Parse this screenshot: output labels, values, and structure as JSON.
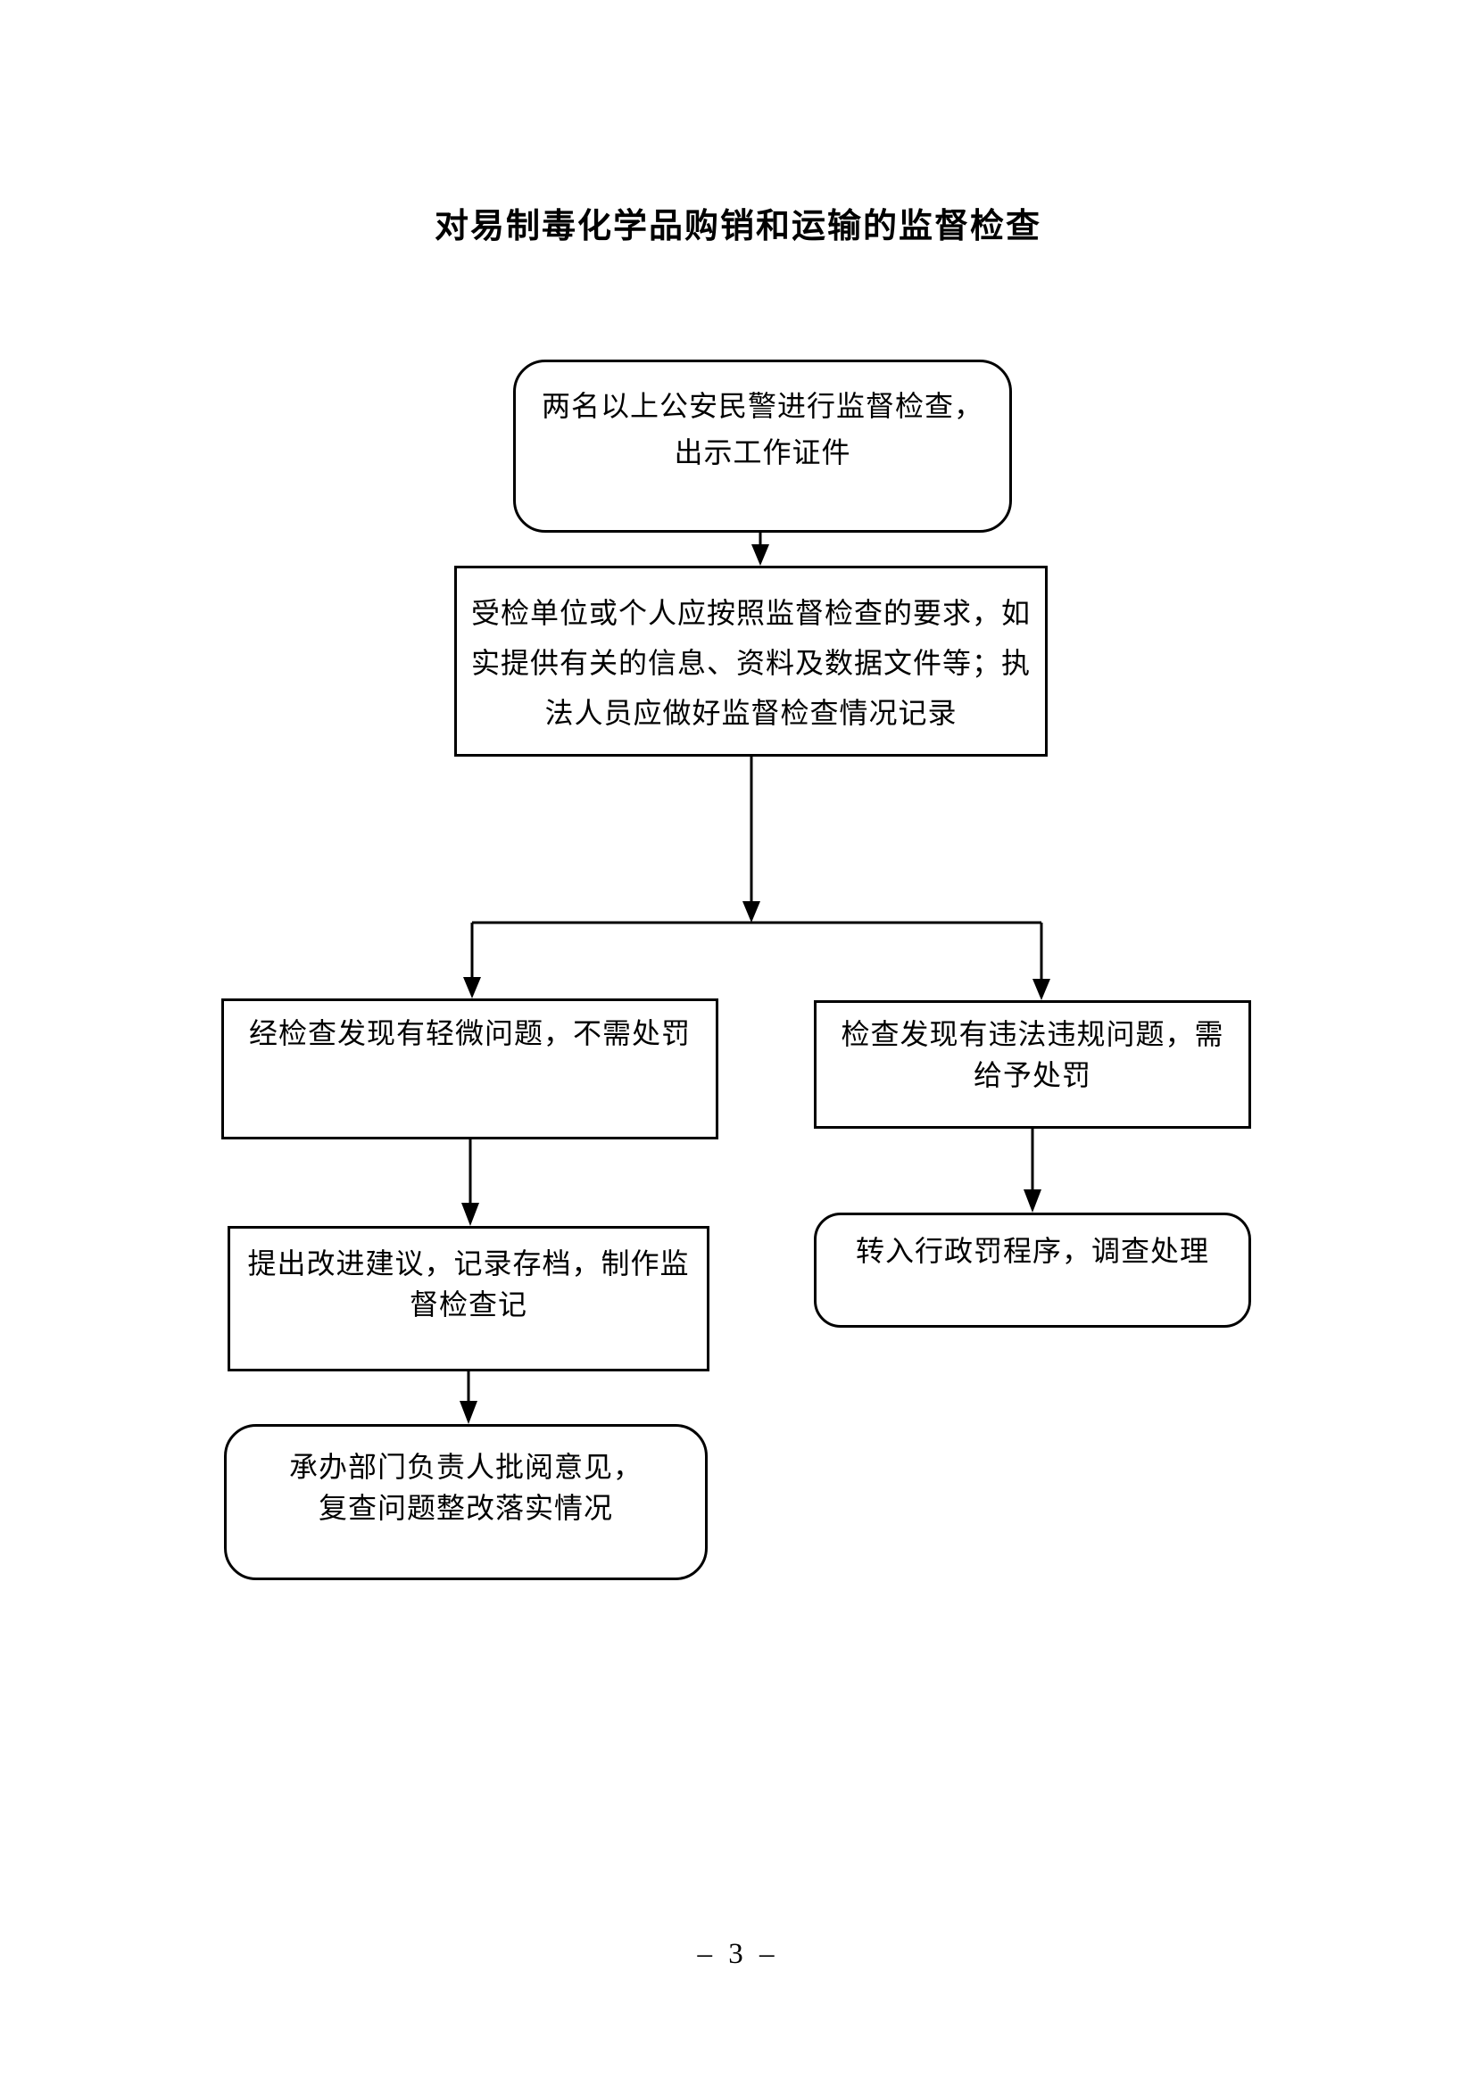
{
  "page": {
    "title": "对易制毒化学品购销和运输的监督检查",
    "footer": "– 3 –"
  },
  "flowchart": {
    "nodes": [
      {
        "id": "start",
        "shape": "rounded",
        "lines": [
          "两名以上公安民警进行监督检查，",
          "出示工作证件"
        ]
      },
      {
        "id": "cooperation",
        "shape": "rect",
        "lines": [
          "受检单位或个人应按照监督检查的要求，如",
          "实提供有关的信息、资料及数据文件等；执",
          "法人员应做好监督检查情况记录"
        ]
      },
      {
        "id": "minor-issues",
        "shape": "rect",
        "lines": [
          "经检查发现有轻微问题，不需处罚"
        ]
      },
      {
        "id": "violation-found",
        "shape": "rect",
        "lines": [
          "检查发现有违法违规问题，需",
          "给予处罚"
        ]
      },
      {
        "id": "suggest-improvement",
        "shape": "rect",
        "lines": [
          "提出改进建议，记录存档，制作监",
          "督检查记"
        ]
      },
      {
        "id": "admin-penalty",
        "shape": "rounded",
        "lines": [
          "转入行政罚程序，调查处理"
        ]
      },
      {
        "id": "leader-review",
        "shape": "rounded",
        "lines": [
          "承办部门负责人批阅意见，",
          "复查问题整改落实情况"
        ]
      }
    ]
  }
}
